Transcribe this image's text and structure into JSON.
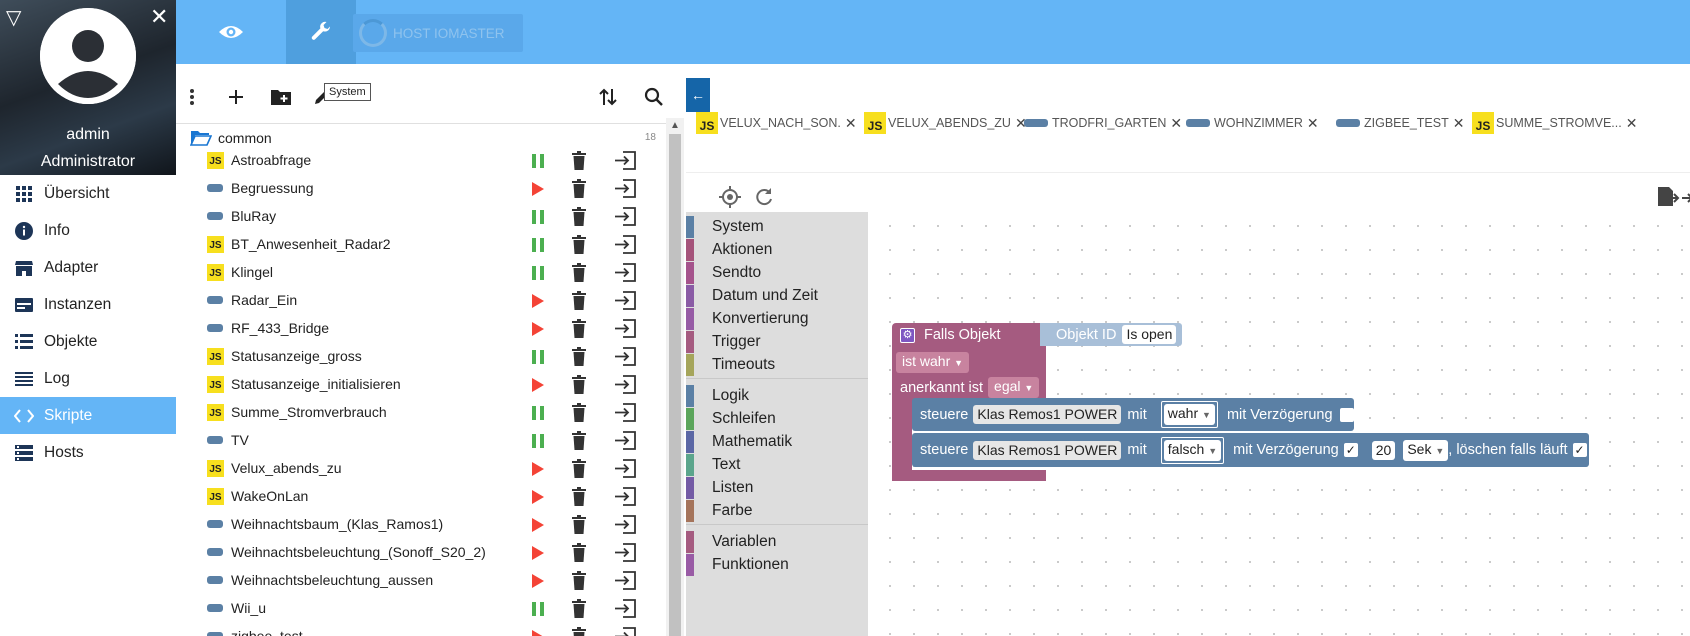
{
  "profile": {
    "name": "admin",
    "role": "Administrator"
  },
  "nav": [
    {
      "label": "Übersicht",
      "icon": "grid-icon",
      "active": false
    },
    {
      "label": "Info",
      "icon": "info-icon",
      "active": false
    },
    {
      "label": "Adapter",
      "icon": "store-icon",
      "active": false
    },
    {
      "label": "Instanzen",
      "icon": "instances-icon",
      "active": false
    },
    {
      "label": "Objekte",
      "icon": "list-icon",
      "active": false
    },
    {
      "label": "Log",
      "icon": "lines-icon",
      "active": false
    },
    {
      "label": "Skripte",
      "icon": "code-icon",
      "active": true
    },
    {
      "label": "Hosts",
      "icon": "server-icon",
      "active": false
    }
  ],
  "topbar": {
    "host_label": "HOST IOMASTER"
  },
  "list": {
    "tooltip": "System",
    "folder": "common",
    "folder_count": "18",
    "scripts": [
      {
        "name": "Astroabfrage",
        "type": "js",
        "state": "running"
      },
      {
        "name": "Begruessung",
        "type": "blockly",
        "state": "stopped"
      },
      {
        "name": "BluRay",
        "type": "blockly",
        "state": "running"
      },
      {
        "name": "BT_Anwesenheit_Radar2",
        "type": "js",
        "state": "running"
      },
      {
        "name": "Klingel",
        "type": "js",
        "state": "running"
      },
      {
        "name": "Radar_Ein",
        "type": "blockly",
        "state": "stopped"
      },
      {
        "name": "RF_433_Bridge",
        "type": "blockly",
        "state": "stopped"
      },
      {
        "name": "Statusanzeige_gross",
        "type": "js",
        "state": "running"
      },
      {
        "name": "Statusanzeige_initialisieren",
        "type": "js",
        "state": "stopped"
      },
      {
        "name": "Summe_Stromverbrauch",
        "type": "js",
        "state": "running"
      },
      {
        "name": "TV",
        "type": "blockly",
        "state": "running"
      },
      {
        "name": "Velux_abends_zu",
        "type": "js",
        "state": "stopped"
      },
      {
        "name": "WakeOnLan",
        "type": "js",
        "state": "stopped"
      },
      {
        "name": "Weihnachtsbaum_(Klas_Ramos1)",
        "type": "blockly",
        "state": "stopped"
      },
      {
        "name": "Weihnachtsbeleuchtung_(Sonoff_S20_2)",
        "type": "blockly",
        "state": "stopped"
      },
      {
        "name": "Weihnachtsbeleuchtung_aussen",
        "type": "blockly",
        "state": "stopped"
      },
      {
        "name": "Wii_u",
        "type": "blockly",
        "state": "running"
      },
      {
        "name": "zigbee_test",
        "type": "blockly",
        "state": "stopped"
      }
    ]
  },
  "tabs": [
    {
      "label": "VELUX_NACH_SON.",
      "type": "js"
    },
    {
      "label": "VELUX_ABENDS_ZU",
      "type": "js"
    },
    {
      "label": "TRODFRI_GARTEN",
      "type": "blockly"
    },
    {
      "label": "WOHNZIMMER",
      "type": "blockly"
    },
    {
      "label": "ZIGBEE_TEST",
      "type": "blockly"
    },
    {
      "label": "SUMME_STROMVE...",
      "type": "js"
    }
  ],
  "toolbox": [
    {
      "label": "System",
      "color": "#5b80a5"
    },
    {
      "label": "Aktionen",
      "color": "#a5537a"
    },
    {
      "label": "Sendto",
      "color": "#a5538c"
    },
    {
      "label": "Datum und Zeit",
      "color": "#8a5ba5"
    },
    {
      "label": "Konvertierung",
      "color": "#965ba5"
    },
    {
      "label": "Trigger",
      "color": "#a55b80"
    },
    {
      "label": "Timeouts",
      "color": "#a5a55b"
    },
    {
      "label": "Logik",
      "color": "#5b80a5"
    },
    {
      "label": "Schleifen",
      "color": "#5ba55b"
    },
    {
      "label": "Mathematik",
      "color": "#5b67a5"
    },
    {
      "label": "Text",
      "color": "#5ba58c"
    },
    {
      "label": "Listen",
      "color": "#745ba5"
    },
    {
      "label": "Farbe",
      "color": "#a5745b"
    },
    {
      "label": "Variablen",
      "color": "#a55b80"
    },
    {
      "label": "Funktionen",
      "color": "#995ba5"
    }
  ],
  "blocks": {
    "trigger": {
      "title": "Falls Objekt",
      "object_id_label": "Objekt ID",
      "object_id_value": "Is open",
      "condition": "ist wahr",
      "ack_label": "anerkannt ist",
      "ack_value": "egal",
      "color": "#a55b80"
    },
    "control1": {
      "prefix": "steuere",
      "device": "Klas Remos1 POWER",
      "mit": "mit",
      "value": "wahr",
      "delay_label": "mit Verzögerung",
      "color": "#5b80a5"
    },
    "control2": {
      "prefix": "steuere",
      "device": "Klas Remos1 POWER",
      "mit": "mit",
      "value": "falsch",
      "delay_label": "mit Verzögerung",
      "delay_value": "20",
      "unit": "Sek",
      "clear_label": ", löschen falls läuft",
      "color": "#5b80a5"
    }
  }
}
